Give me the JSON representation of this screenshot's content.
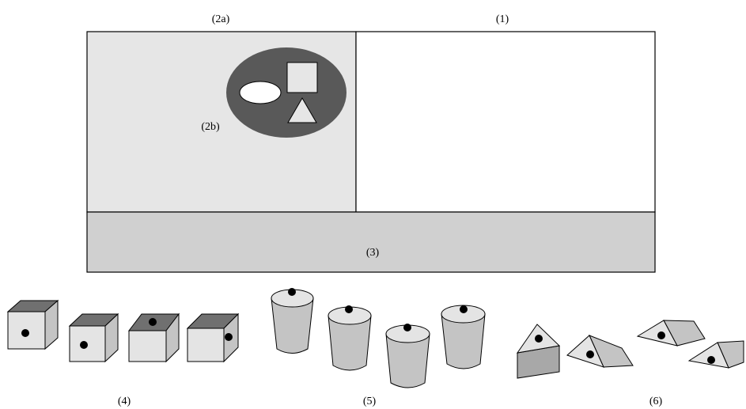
{
  "labels": {
    "region_1": "(1)",
    "region_2a": "(2a)",
    "region_2b": "(2b)",
    "region_3": "(3)",
    "group_4": "(4)",
    "group_5": "(5)",
    "group_6": "(6)"
  },
  "colors": {
    "outline": "#000000",
    "panel_left": "#e6e6e6",
    "panel_right": "#ffffff",
    "bottom_bar": "#d0d0d0",
    "dark_ellipse": "#595959",
    "shape_face_light": "#e4e4e4",
    "shape_face_mid": "#c4c4c4",
    "shape_top_dark": "#707070",
    "dot": "#000000"
  },
  "groups": {
    "cubes": {
      "count": 4,
      "shape": "cube"
    },
    "cylinders": {
      "count": 4,
      "shape": "cylinder"
    },
    "wedges": {
      "count": 4,
      "shape": "triangular-prism"
    }
  }
}
